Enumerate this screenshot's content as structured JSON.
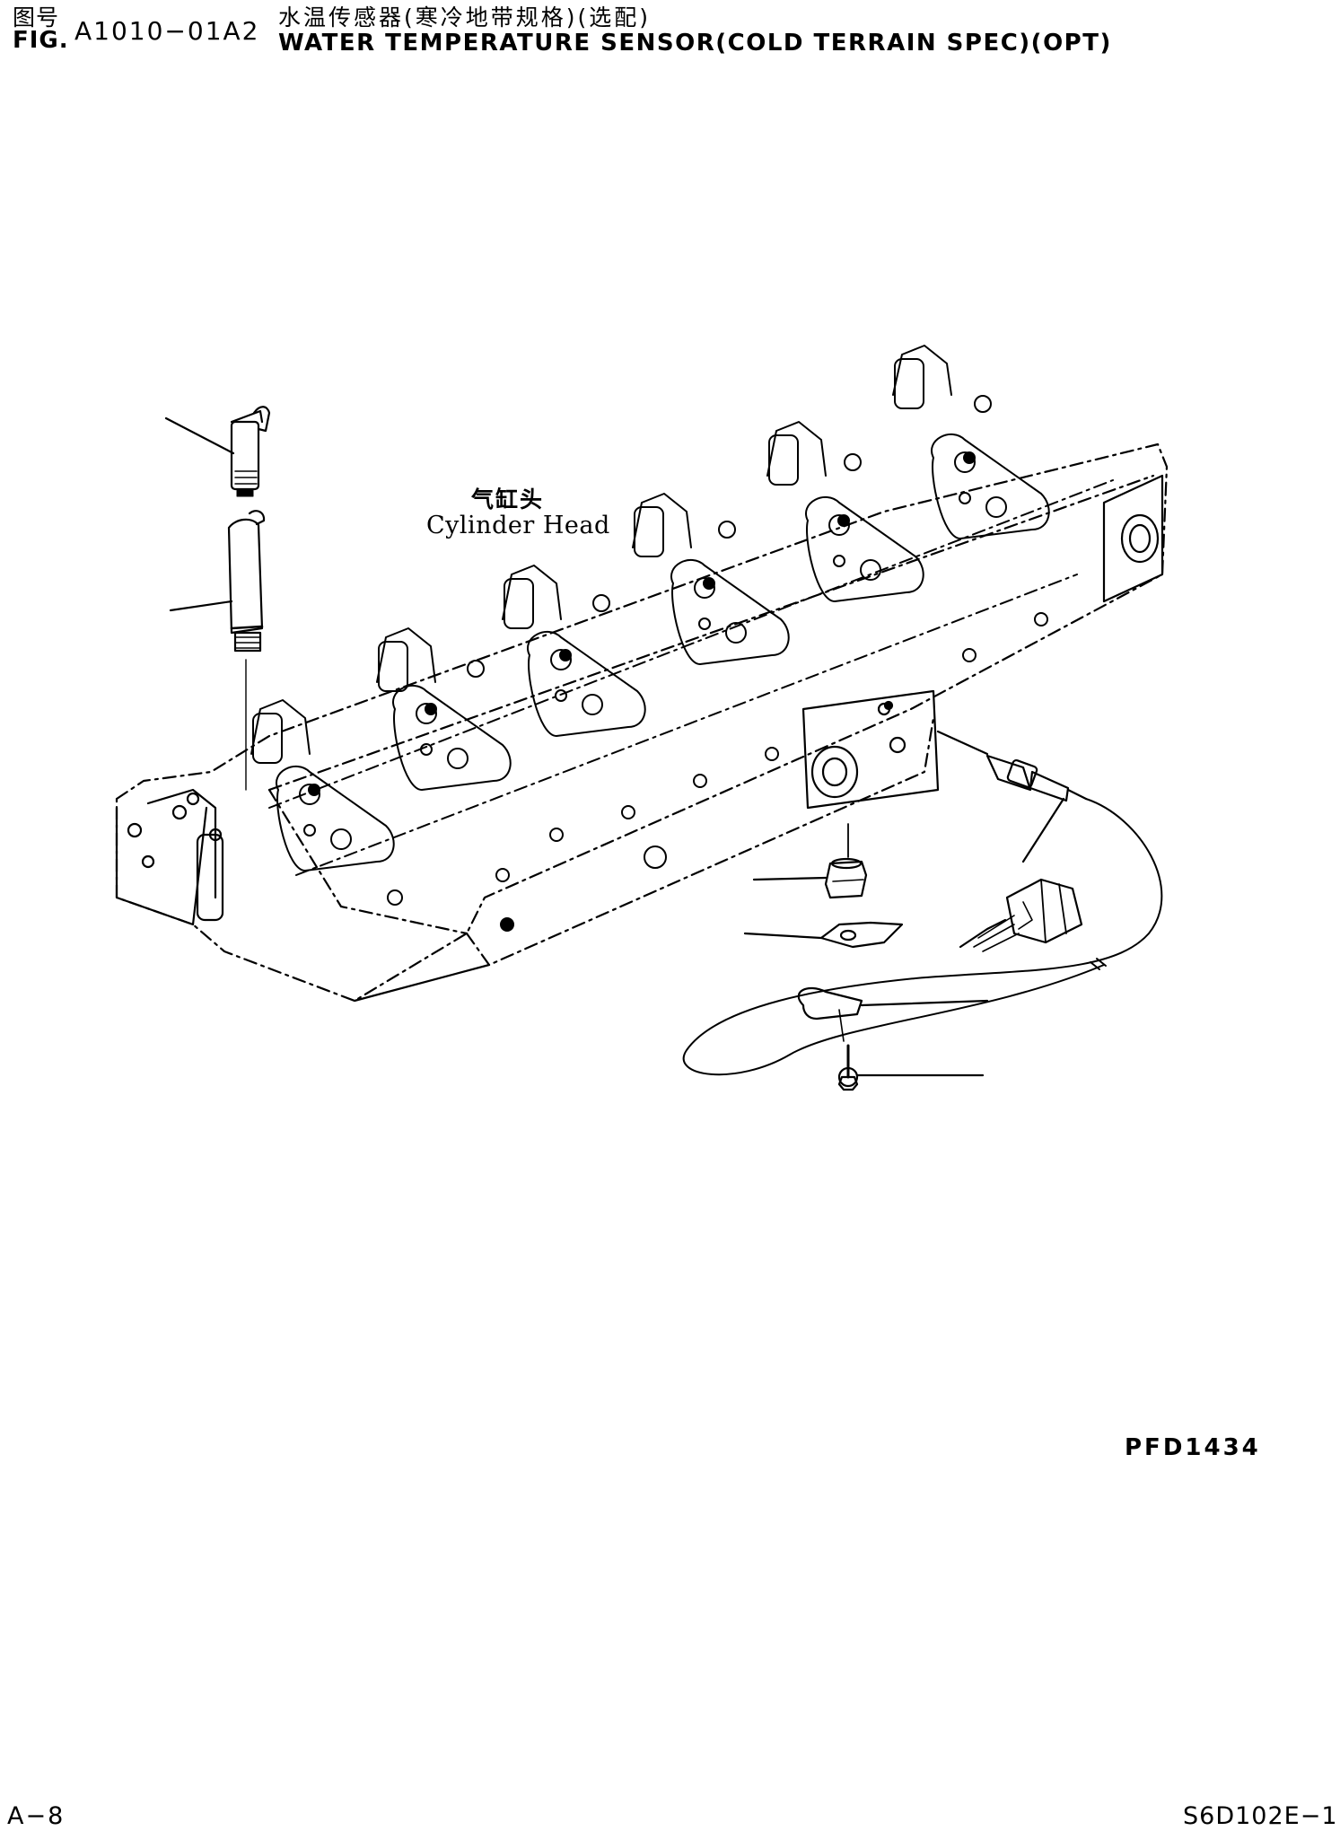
{
  "header": {
    "fig_label_cn": "图号",
    "fig_label_en": "FIG.",
    "fig_number": "A1010−01A2",
    "title_cn": "水温传感器(寒冷地带规格)(选配)",
    "title_en": "WATER TEMPERATURE SENSOR(COLD TERRAIN SPEC)(OPT)"
  },
  "diagram": {
    "label_cn": "气缸头",
    "label_en": "Cylinder Head",
    "reference_code": "PFD1434",
    "parts": [
      "sensor-adapter",
      "sleeve",
      "cylinder-head",
      "plug",
      "clip",
      "water-temperature-sensor",
      "connector",
      "clamp",
      "bolt"
    ]
  },
  "footer": {
    "page": "A−8",
    "model": "S6D102E−1"
  }
}
